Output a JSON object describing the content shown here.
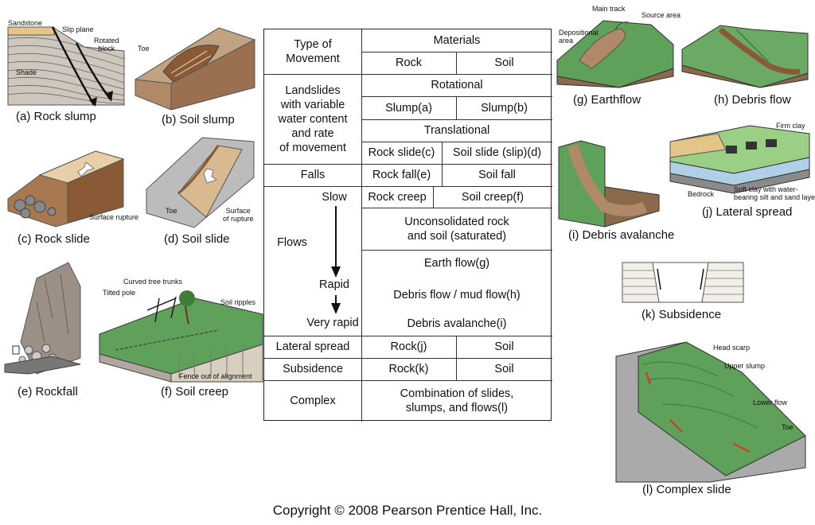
{
  "table": {
    "type_of_movement": "Type of\nMovement",
    "materials": "Materials",
    "rock": "Rock",
    "soil": "Soil",
    "landslides": "Landslides\nwith variable\nwater content\nand rate\nof movement",
    "rotational": "Rotational",
    "slump_a": "Slump(a)",
    "slump_b": "Slump(b)",
    "translational": "Translational",
    "rock_slide": "Rock slide(c)",
    "soil_slide": "Soil slide (slip)(d)",
    "falls": "Falls",
    "rock_fall": "Rock fall(e)",
    "soil_fall": "Soil fall",
    "flows": "Flows",
    "slow": "Slow",
    "rapid": "Rapid",
    "very_rapid": "Very rapid",
    "rock_creep": "Rock creep",
    "soil_creep": "Soil creep(f)",
    "unconsolidated": "Unconsolidated rock\nand soil (saturated)",
    "earth_flow": "Earth flow(g)",
    "debris_flow": "Debris flow / mud flow(h)",
    "debris_avalanche": "Debris avalanche(i)",
    "lateral_spread": "Lateral spread",
    "rock_j": "Rock(j)",
    "soil_j": "Soil",
    "subsidence": "Subsidence",
    "rock_k": "Rock(k)",
    "soil_k": "Soil",
    "complex": "Complex",
    "combination": "Combination of slides,\nslumps, and flows(l)"
  },
  "panels": {
    "a": {
      "caption": "(a) Rock slump",
      "sandstone": "Sandstone",
      "slip_plane": "Slip plane",
      "rotated_block": "Rotated\nblock",
      "shade": "Shade"
    },
    "b": {
      "caption": "(b) Soil slump",
      "toe": "Toe"
    },
    "c": {
      "caption": "(c) Rock slide",
      "surface_rupture": "Surface rupture"
    },
    "d": {
      "caption": "(d) Soil slide",
      "surface_of_rupture": "Surface\nof rupture"
    },
    "e": {
      "caption": "(e) Rockfall"
    },
    "f": {
      "caption": "(f) Soil creep",
      "curved_tree_trunks": "Curved tree trunks",
      "tilted_pole": "Tilted pole",
      "soil_ripples": "Soil ripples",
      "fence": "Fence out of alignment"
    },
    "g": {
      "caption": "(g) Earthflow",
      "main_track": "Main track",
      "source_area": "Source area",
      "depositional_area": "Depositional\narea"
    },
    "h": {
      "caption": "(h) Debris flow"
    },
    "i": {
      "caption": "(i) Debris avalanche"
    },
    "j": {
      "caption": "(j) Lateral spread",
      "firm_clay": "Firm clay",
      "bedrock": "Bedrock",
      "soft_clay": "Soft clay with water-\nbearing silt and sand layers"
    },
    "k": {
      "caption": "(k) Subsidence"
    },
    "l": {
      "caption": "(l) Complex slide",
      "head_scarp": "Head scarp",
      "upper_slump": "Upper slump",
      "lower_flow": "Lower flow",
      "toe": "Toe"
    }
  },
  "copyright": "Copyright © 2008 Pearson Prentice Hall, Inc.",
  "colors": {
    "grass": "#5fa05a",
    "soil": "#c49a6c",
    "rock": "#9a8f86",
    "brown": "#7a5030",
    "arrow_red": "#e03020"
  }
}
